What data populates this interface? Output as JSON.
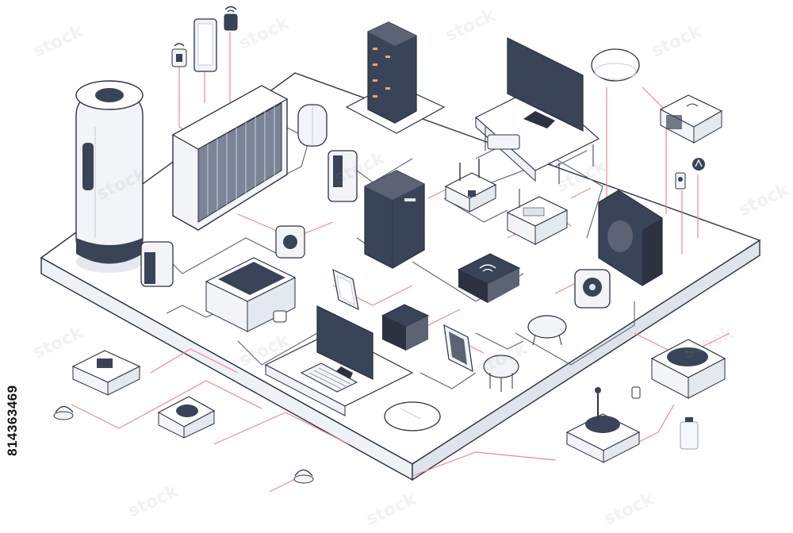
{
  "stock_id": "814363469",
  "watermark": "stock",
  "colors": {
    "board_top": "#ffffff",
    "board_side": "#e9edf2",
    "outline": "#2c3240",
    "device_dark": "#3a4458",
    "device_light": "#f2f4f7",
    "trace_red": "#e98a96",
    "trace_gray": "#5b6375",
    "shadow": "#e4e9f0"
  },
  "devices": [
    "air-purifier",
    "air-conditioner-unit",
    "sensor-pod",
    "server-tower",
    "smart-tv",
    "smart-speaker-dome",
    "wall-router",
    "door-sensor",
    "thermostat",
    "water-filter",
    "network-switch",
    "wifi-router",
    "smart-plug-hub",
    "security-camera",
    "subwoofer-speaker",
    "solar-battery-box",
    "tablet-display",
    "smart-hub-cube",
    "desktop-computer",
    "keyboard",
    "mouse",
    "smart-display",
    "robot-vacuum",
    "turntable",
    "console-box"
  ]
}
